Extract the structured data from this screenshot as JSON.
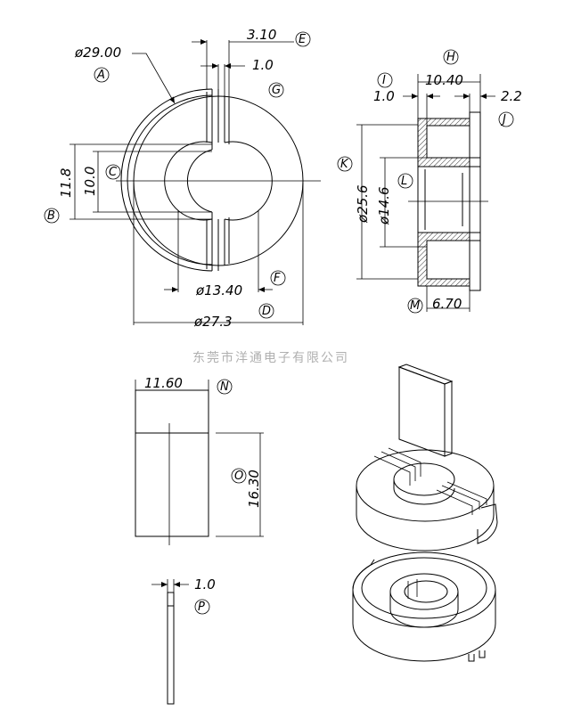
{
  "watermark": "东莞市洋通电子有限公司",
  "dimensions": {
    "A": "ø29.00",
    "E": "3.10",
    "gap_top": "1.0",
    "B": "11.8",
    "C": "10.0",
    "F": "ø13.40",
    "D": "ø27.3",
    "H": "10.40",
    "I": "1.0",
    "J": "2.2",
    "K": "ø25.6",
    "L": "ø14.6",
    "M": "6.70",
    "N": "11.60",
    "O": "16.30",
    "P": "1.0"
  },
  "letters": {
    "A": "A",
    "B": "B",
    "C": "C",
    "D": "D",
    "E": "E",
    "F": "F",
    "G": "G",
    "H": "H",
    "I": "I",
    "J": "J",
    "K": "K",
    "L": "L",
    "M": "M",
    "N": "N",
    "O": "O",
    "P": "P"
  }
}
